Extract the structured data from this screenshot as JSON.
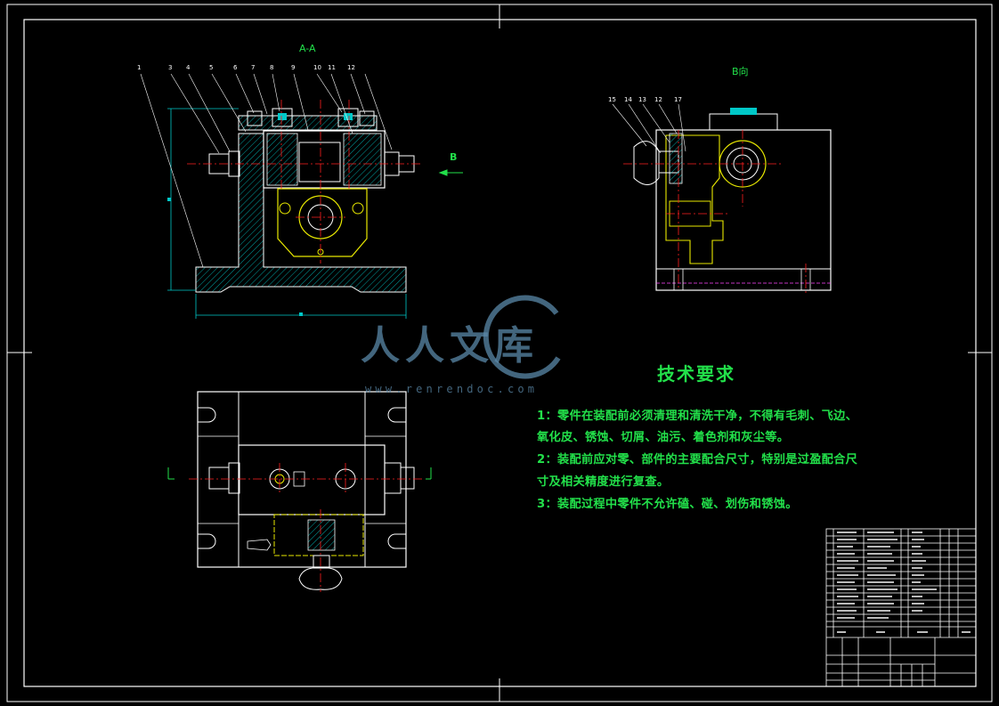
{
  "colors": {
    "background": "#000000",
    "frame": "#ffffff",
    "outline": "#ffffff",
    "hatch": "#00c8c8",
    "center_line": "#ff2020",
    "part_yellow": "#e8e800",
    "text_green": "#22e04a",
    "watermark": "#5a88a8"
  },
  "views": {
    "section_label": "A-A",
    "direction_label": "B向",
    "arrow_label": "B",
    "part_numbers_top": [
      "1",
      "3",
      "4",
      "5",
      "6",
      "7",
      "8",
      "9",
      "10",
      "11",
      "12"
    ],
    "part_numbers_b": [
      "15",
      "14",
      "13",
      "12",
      "17"
    ]
  },
  "watermark": {
    "text": "人人文库",
    "url": "www.renrendoc.com"
  },
  "tech_requirements": {
    "title": "技术要求",
    "lines": [
      "1：零件在装配前必须清理和清洗干净，不得有毛刺、飞边、",
      "氧化皮、锈蚀、切屑、油污、着色剂和灰尘等。",
      "2：装配前应对零、部件的主要配合尺寸，特别是过盈配合尺",
      "寸及相关精度进行复查。",
      "3：装配过程中零件不允许磕、碰、划伤和锈蚀。"
    ]
  }
}
